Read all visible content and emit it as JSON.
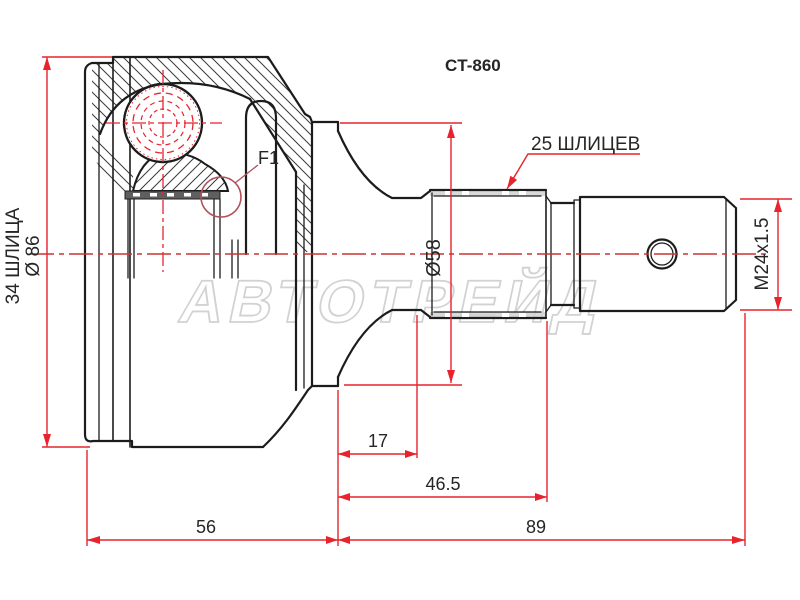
{
  "drawing": {
    "part_code": "CT-860",
    "watermark_text": "АВТОТРЕЙД",
    "inner_spline_label": "34 ШЛИЦА",
    "inner_diameter_label": "Ø 86",
    "outer_spline_label": "25 ШЛИЦЕВ",
    "shaft_diameter_label": "Ø58",
    "thread_label": "M24x1.5",
    "feature_label": "F1",
    "dim_neck": "17",
    "dim_to_spline_end": "46.5",
    "dim_housing_length": "56",
    "dim_shaft_length": "89",
    "colors": {
      "dimension_lines": "#e8232e",
      "centerline": "#c83530",
      "outline": "#1c1c1c",
      "text": "#262626",
      "watermark": "#d2d2d2",
      "feature_mark": "#b2505a",
      "seal_band": "#5f5f5f"
    }
  }
}
